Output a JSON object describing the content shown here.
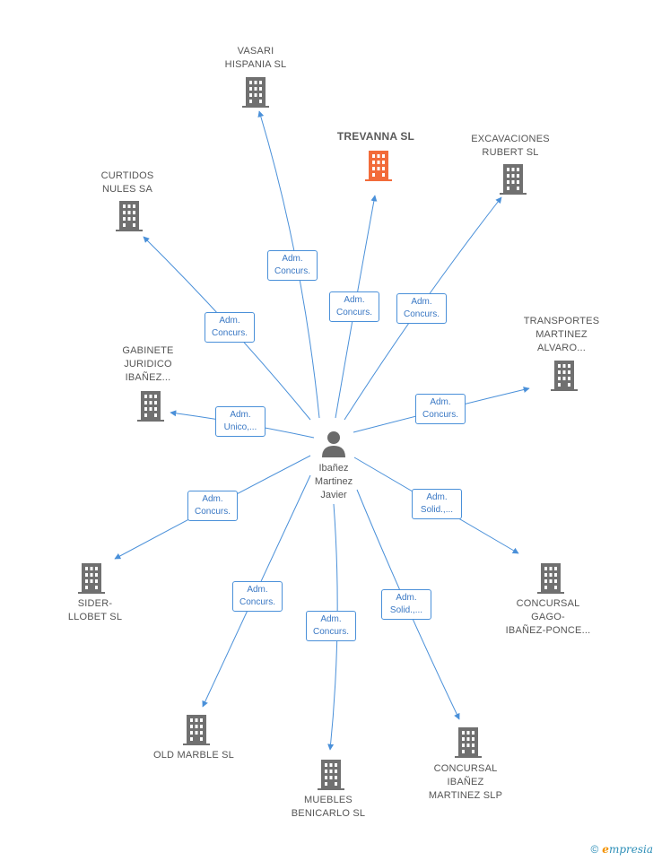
{
  "person": {
    "name_lines": [
      "Ibañez",
      "Martinez",
      "Javier"
    ],
    "icon": "person-icon",
    "color": "#6b6b6b"
  },
  "colors": {
    "edge": "#4a90d9",
    "building": "#707070",
    "building_highlight": "#f26b3a"
  },
  "companies": [
    {
      "id": "vasari",
      "lines": [
        "VASARI",
        "HISPANIA SL"
      ],
      "highlight": false,
      "icon": "building-icon"
    },
    {
      "id": "trevanna",
      "lines": [
        "TREVANNA SL"
      ],
      "highlight": true,
      "icon": "building-icon"
    },
    {
      "id": "excavaciones",
      "lines": [
        "EXCAVACIONES",
        "RUBERT SL"
      ],
      "highlight": false,
      "icon": "building-icon"
    },
    {
      "id": "curtidos",
      "lines": [
        "CURTIDOS",
        "NULES SA"
      ],
      "highlight": false,
      "icon": "building-icon"
    },
    {
      "id": "transportes",
      "lines": [
        "TRANSPORTES",
        "MARTINEZ",
        "ALVARO..."
      ],
      "highlight": false,
      "icon": "building-icon"
    },
    {
      "id": "gabinete",
      "lines": [
        "GABINETE",
        "JURIDICO",
        "IBAÑEZ..."
      ],
      "highlight": false,
      "icon": "building-icon"
    },
    {
      "id": "sider",
      "lines": [
        "SIDER-",
        "LLOBET SL"
      ],
      "highlight": false,
      "icon": "building-icon"
    },
    {
      "id": "concursal_gago",
      "lines": [
        "CONCURSAL",
        "GAGO-",
        "IBAÑEZ-PONCE..."
      ],
      "highlight": false,
      "icon": "building-icon"
    },
    {
      "id": "old_marble",
      "lines": [
        "OLD MARBLE SL"
      ],
      "highlight": false,
      "icon": "building-icon"
    },
    {
      "id": "muebles",
      "lines": [
        "MUEBLES",
        "BENICARLO SL"
      ],
      "highlight": false,
      "icon": "building-icon"
    },
    {
      "id": "concursal_ibanez",
      "lines": [
        "CONCURSAL",
        "IBAÑEZ",
        "MARTINEZ SLP"
      ],
      "highlight": false,
      "icon": "building-icon"
    }
  ],
  "edges": [
    {
      "to": "vasari",
      "label": [
        "Adm.",
        "Concurs."
      ]
    },
    {
      "to": "trevanna",
      "label": [
        "Adm.",
        "Concurs."
      ]
    },
    {
      "to": "excavaciones",
      "label": [
        "Adm.",
        "Concurs."
      ]
    },
    {
      "to": "curtidos",
      "label": [
        "Adm.",
        "Concurs."
      ]
    },
    {
      "to": "transportes",
      "label": [
        "Adm.",
        "Concurs."
      ]
    },
    {
      "to": "gabinete",
      "label": [
        "Adm.",
        "Unico,..."
      ]
    },
    {
      "to": "sider",
      "label": [
        "Adm.",
        "Concurs."
      ]
    },
    {
      "to": "concursal_gago",
      "label": [
        "Adm.",
        "Solid.,..."
      ]
    },
    {
      "to": "old_marble",
      "label": [
        "Adm.",
        "Concurs."
      ]
    },
    {
      "to": "muebles",
      "label": [
        "Adm.",
        "Concurs."
      ]
    },
    {
      "to": "concursal_ibanez",
      "label": [
        "Adm.",
        "Solid.,..."
      ]
    }
  ],
  "brand": {
    "copyright": "©",
    "e_letter": "e",
    "rest": "mpresia"
  }
}
